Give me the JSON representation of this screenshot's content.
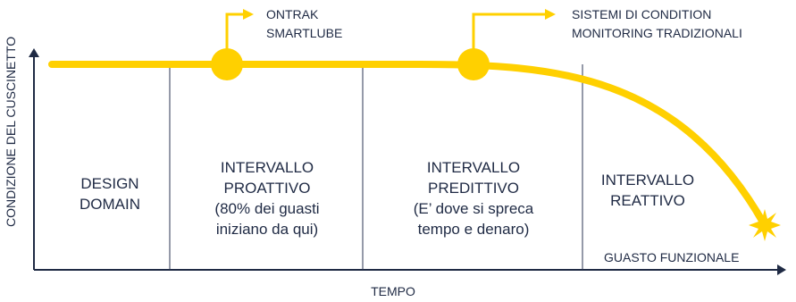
{
  "axes": {
    "y_label": "CONDIZIONE DEL CUSCINETTO",
    "x_label": "TEMPO"
  },
  "zones": [
    {
      "lines": [
        "DESIGN",
        "DOMAIN"
      ]
    },
    {
      "lines": [
        "INTERVALLO",
        "PROATTIVO",
        "(80% dei guasti",
        "iniziano da qui)"
      ]
    },
    {
      "lines": [
        "INTERVALLO",
        "PREDITTIVO",
        "(E’ dove si spreca",
        "tempo e denaro)"
      ]
    },
    {
      "lines": [
        "INTERVALLO",
        "REATTIVO"
      ]
    }
  ],
  "callouts": {
    "ontrak": [
      "ONTRAK",
      "SMARTLUBE"
    ],
    "traditional": [
      "SISTEMI DI CONDITION",
      "MONITORING TRADIZIONALI"
    ]
  },
  "failure_label": "GUASTO FUNZIONALE",
  "colors": {
    "curve": "#ffd000",
    "axis": "#1f2a44",
    "divider": "#2b3553"
  }
}
